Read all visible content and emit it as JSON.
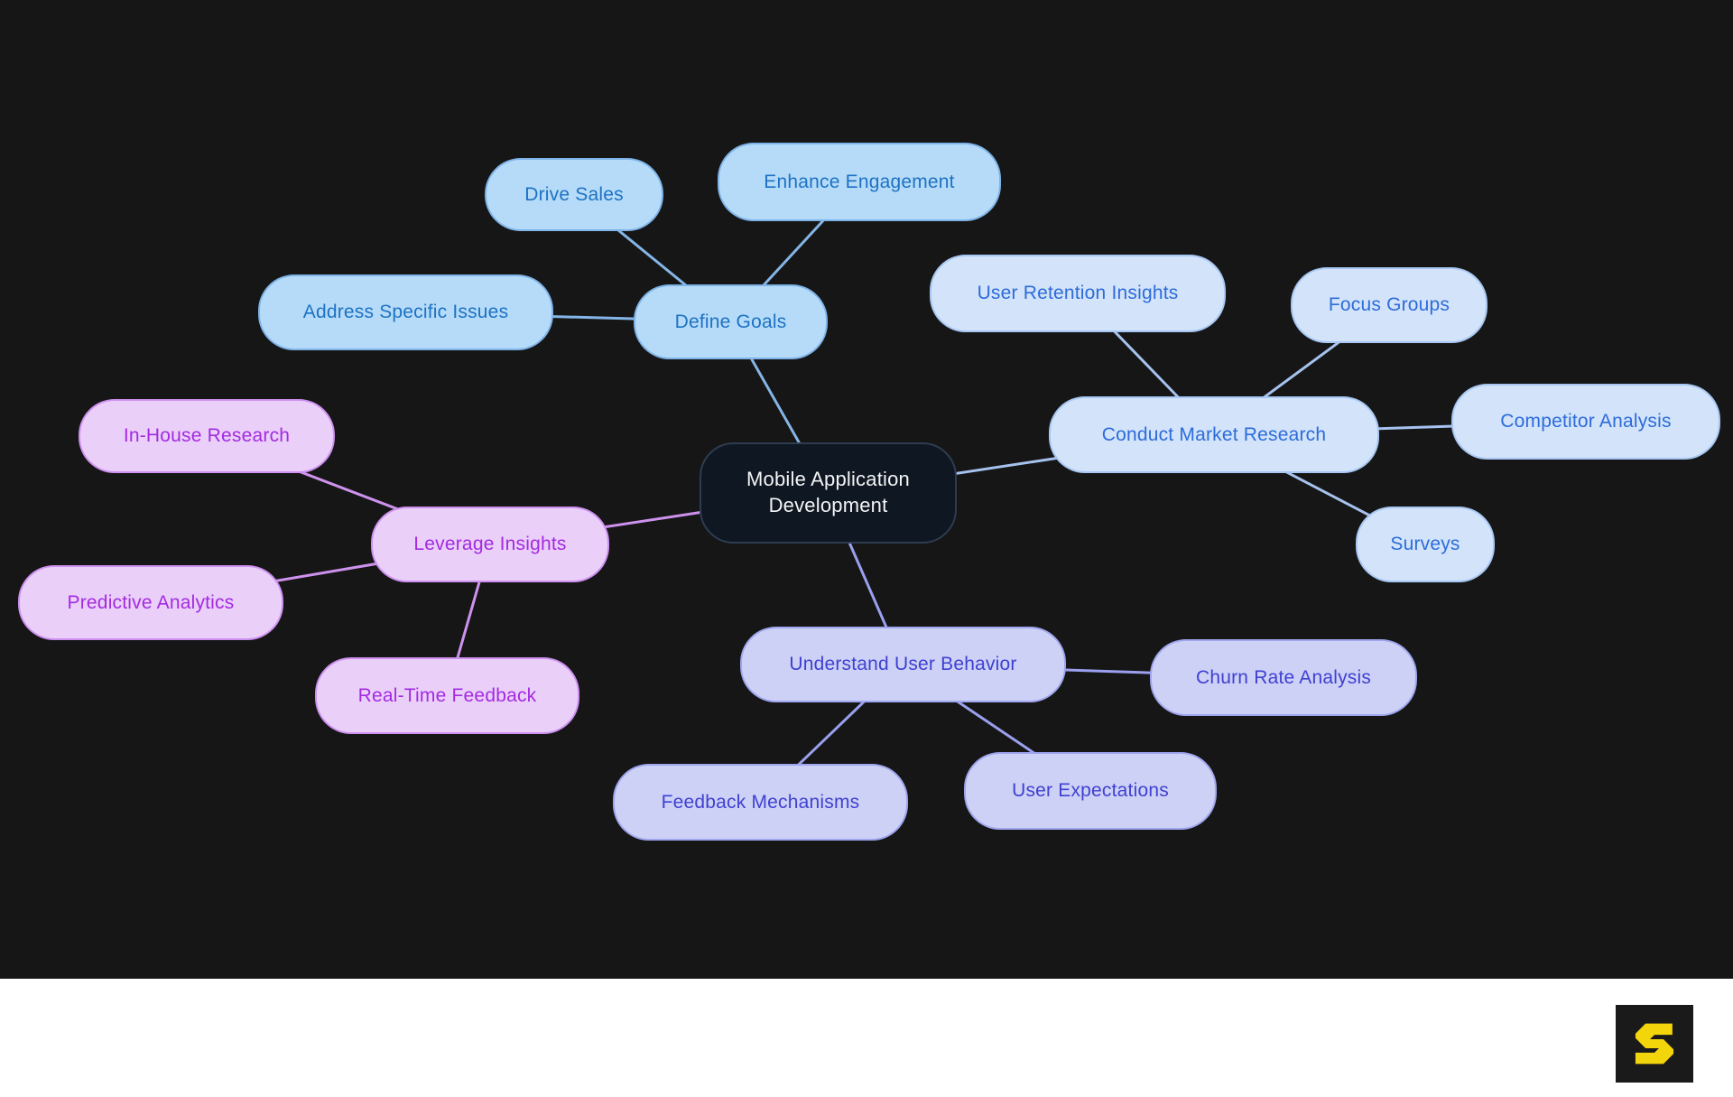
{
  "diagram_type": "mindmap",
  "nodes": {
    "center": {
      "label": "Mobile Application Development"
    },
    "define_goals": {
      "label": "Define Goals"
    },
    "drive_sales": {
      "label": "Drive Sales"
    },
    "enhance_engagement": {
      "label": "Enhance Engagement"
    },
    "address_specific_issues": {
      "label": "Address Specific Issues"
    },
    "conduct_market_research": {
      "label": "Conduct Market Research"
    },
    "user_retention_insights": {
      "label": "User Retention Insights"
    },
    "focus_groups": {
      "label": "Focus Groups"
    },
    "competitor_analysis": {
      "label": "Competitor Analysis"
    },
    "surveys": {
      "label": "Surveys"
    },
    "leverage_insights": {
      "label": "Leverage Insights"
    },
    "in_house_research": {
      "label": "In-House Research"
    },
    "predictive_analytics": {
      "label": "Predictive Analytics"
    },
    "real_time_feedback": {
      "label": "Real-Time Feedback"
    },
    "understand_user_behavior": {
      "label": "Understand User Behavior"
    },
    "churn_rate_analysis": {
      "label": "Churn Rate Analysis"
    },
    "user_expectations": {
      "label": "User Expectations"
    },
    "feedback_mechanisms": {
      "label": "Feedback Mechanisms"
    }
  },
  "hierarchy": {
    "center": "Mobile Application Development",
    "branches": [
      {
        "parent": "Define Goals",
        "children": [
          "Drive Sales",
          "Enhance Engagement",
          "Address Specific Issues"
        ]
      },
      {
        "parent": "Conduct Market Research",
        "children": [
          "User Retention Insights",
          "Focus Groups",
          "Competitor Analysis",
          "Surveys"
        ]
      },
      {
        "parent": "Leverage Insights",
        "children": [
          "In-House Research",
          "Predictive Analytics",
          "Real-Time Feedback"
        ]
      },
      {
        "parent": "Understand User Behavior",
        "children": [
          "Churn Rate Analysis",
          "User Expectations",
          "Feedback Mechanisms"
        ]
      }
    ]
  },
  "theme": {
    "background": "#161616",
    "center": {
      "fill": "#0f1722",
      "border": "#2e3c52",
      "text": "#f2f4f6"
    },
    "branches": {
      "goals": {
        "fill": "#b5dbf8",
        "border": "#7eb3e8",
        "text": "#1e72c4",
        "line": "#85b5e7"
      },
      "market": {
        "fill": "#d2e3fa",
        "border": "#a7c7f2",
        "text": "#2d6cd9",
        "line": "#a6c2ee"
      },
      "insights": {
        "fill": "#eacff9",
        "border": "#cd90f0",
        "text": "#a32be0",
        "line": "#ce92ee"
      },
      "behavior": {
        "fill": "#cdd1f6",
        "border": "#9fa5ee",
        "text": "#3f41d1",
        "line": "#9aa0ee"
      }
    },
    "footer": {
      "background": "#ffffff",
      "logo_square": "#1a1a1a",
      "logo_letter": "#f2d50b"
    }
  },
  "watermark": {
    "letter": "S"
  }
}
